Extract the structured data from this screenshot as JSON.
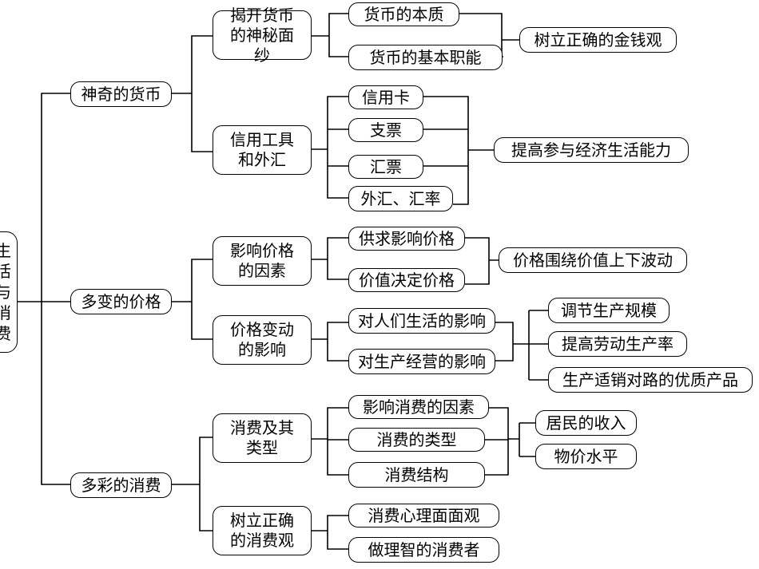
{
  "root": {
    "label": "生活与消费"
  },
  "branches": [
    {
      "label": "神奇的货币",
      "topics": [
        {
          "label": "揭开货币的神秘面纱",
          "items": [
            "货币的本质",
            "货币的基本职能"
          ],
          "outcomes": [
            "树立正确的金钱观"
          ]
        },
        {
          "label": "信用工具和外汇",
          "items": [
            "信用卡",
            "支票",
            "汇票",
            "外汇、汇率"
          ],
          "outcomes": [
            "提高参与经济生活能力"
          ]
        }
      ]
    },
    {
      "label": "多变的价格",
      "topics": [
        {
          "label": "影响价格的因素",
          "items": [
            "供求影响价格",
            "价值决定价格"
          ],
          "outcomes": [
            "价格围绕价值上下波动"
          ]
        },
        {
          "label": "价格变动的影响",
          "items": [
            "对人们生活的影响",
            "对生产经营的影响"
          ],
          "outcomes": [
            "调节生产规模",
            "提高劳动生产率",
            "生产适销对路的优质产品"
          ]
        }
      ]
    },
    {
      "label": "多彩的消费",
      "topics": [
        {
          "label": "消费及其类型",
          "items": [
            "影响消费的因素",
            "消费的类型",
            "消费结构"
          ],
          "outcomes": [
            "居民的收入",
            "物价水平"
          ]
        },
        {
          "label": "树立正确的消费观",
          "items": [
            "消费心理面面观",
            "做理智的消费者"
          ],
          "outcomes": []
        }
      ]
    }
  ]
}
